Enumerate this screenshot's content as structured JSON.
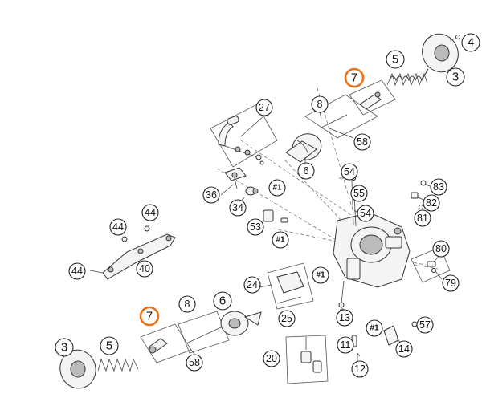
{
  "diagram": {
    "callouts": [
      {
        "id": "c4",
        "label": "4"
      },
      {
        "id": "c5a",
        "label": "5"
      },
      {
        "id": "c3a",
        "label": "3"
      },
      {
        "id": "c7a",
        "label": "7"
      },
      {
        "id": "c8a",
        "label": "8"
      },
      {
        "id": "c27",
        "label": "27"
      },
      {
        "id": "c58a",
        "label": "58"
      },
      {
        "id": "c6a",
        "label": "6"
      },
      {
        "id": "c54a",
        "label": "54"
      },
      {
        "id": "c83",
        "label": "83"
      },
      {
        "id": "c82",
        "label": "82"
      },
      {
        "id": "c36",
        "label": "36"
      },
      {
        "id": "h1a",
        "label": "#1"
      },
      {
        "id": "c55",
        "label": "55"
      },
      {
        "id": "c54b",
        "label": "54"
      },
      {
        "id": "c81",
        "label": "81"
      },
      {
        "id": "c34",
        "label": "34"
      },
      {
        "id": "c44a",
        "label": "44"
      },
      {
        "id": "c44b",
        "label": "44"
      },
      {
        "id": "c53",
        "label": "53"
      },
      {
        "id": "h1b",
        "label": "#1"
      },
      {
        "id": "c80",
        "label": "80"
      },
      {
        "id": "c44c",
        "label": "44"
      },
      {
        "id": "c40",
        "label": "40"
      },
      {
        "id": "h1c",
        "label": "#1"
      },
      {
        "id": "c24",
        "label": "24"
      },
      {
        "id": "c79",
        "label": "79"
      },
      {
        "id": "c7b",
        "label": "7"
      },
      {
        "id": "c8b",
        "label": "8"
      },
      {
        "id": "c6b",
        "label": "6"
      },
      {
        "id": "c25",
        "label": "25"
      },
      {
        "id": "c13",
        "label": "13"
      },
      {
        "id": "c57",
        "label": "57"
      },
      {
        "id": "h1d",
        "label": "#1"
      },
      {
        "id": "c3b",
        "label": "3"
      },
      {
        "id": "c5b",
        "label": "5"
      },
      {
        "id": "c11",
        "label": "11"
      },
      {
        "id": "c14",
        "label": "14"
      },
      {
        "id": "c58b",
        "label": "58"
      },
      {
        "id": "c20",
        "label": "20"
      },
      {
        "id": "c12",
        "label": "12"
      }
    ],
    "colors": {
      "highlight": "#e8731a",
      "line": "#333333",
      "fill": "#f4f4f4"
    }
  }
}
